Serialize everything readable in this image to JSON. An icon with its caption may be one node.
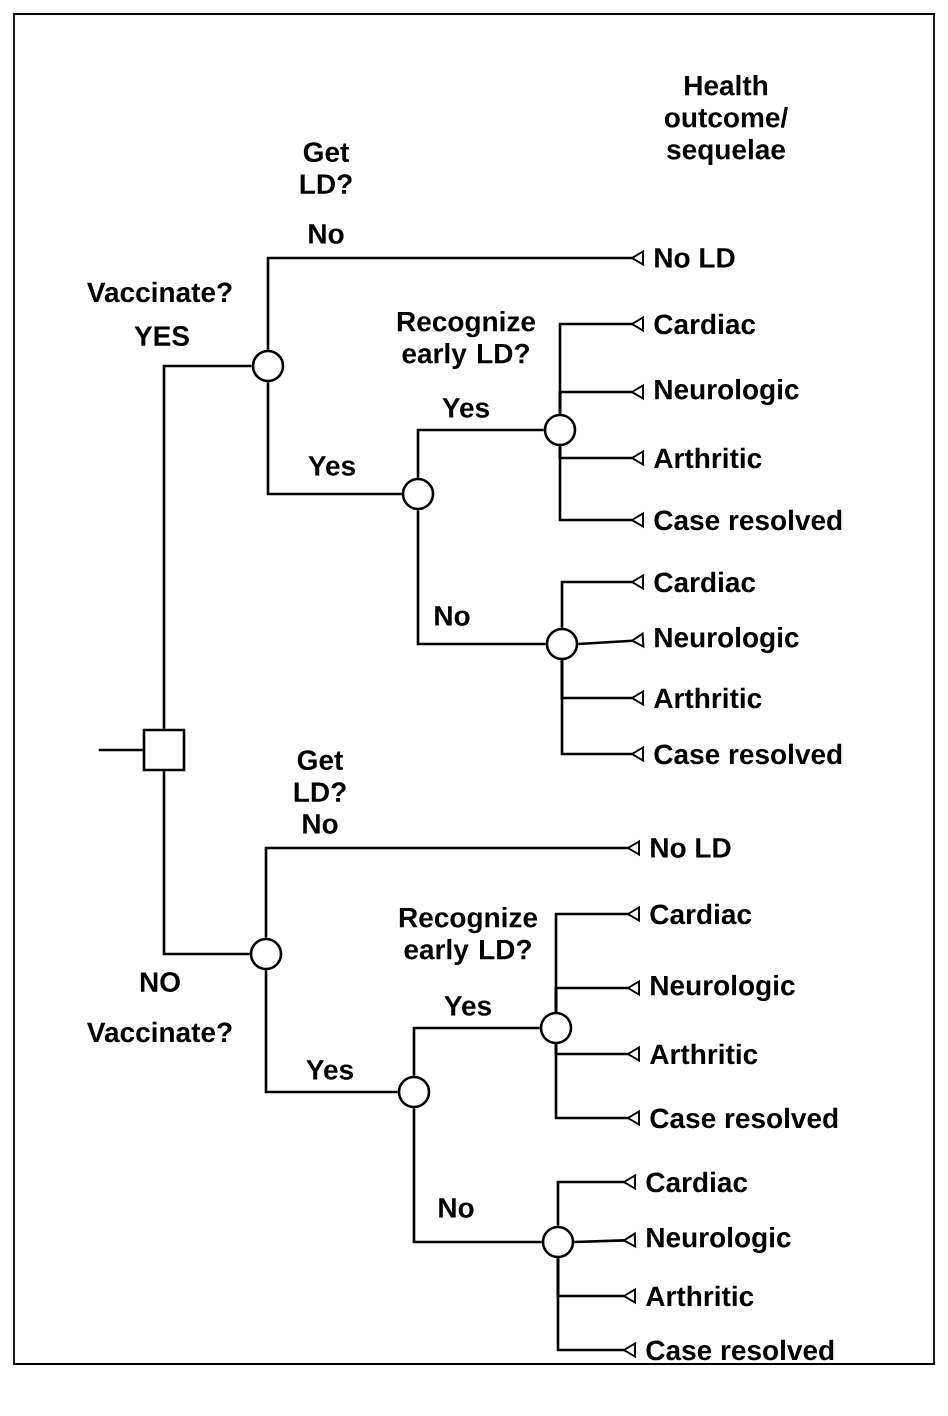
{
  "diagram": {
    "nodes": [
      {
        "text": [],
        "shape": "box"
      },
      {
        "text": [],
        "shape": "circle"
      },
      {
        "text": [
          "No LD"
        ]
      },
      {
        "text": [],
        "shape": "circle"
      },
      {
        "text": [],
        "shape": "circle"
      },
      {
        "text": [
          "Cardiac"
        ]
      },
      {
        "text": [
          "Neurologic"
        ]
      },
      {
        "text": [
          "Arthritic"
        ]
      },
      {
        "text": [
          "Case resolved"
        ]
      },
      {
        "text": [],
        "shape": "circle"
      },
      {
        "text": [
          "Cardiac"
        ]
      },
      {
        "text": [
          "Neurologic"
        ]
      },
      {
        "text": [
          "Arthritic"
        ]
      },
      {
        "text": [
          "Case resolved"
        ]
      },
      {
        "text": [],
        "shape": "circle"
      },
      {
        "text": [
          "No LD"
        ]
      },
      {
        "text": [],
        "shape": "circle"
      },
      {
        "text": [],
        "shape": "circle"
      },
      {
        "text": [
          "Cardiac"
        ]
      },
      {
        "text": [
          "Neurologic"
        ]
      },
      {
        "text": [
          "Arthritic"
        ]
      },
      {
        "text": [
          "Case resolved"
        ]
      },
      {
        "text": [],
        "shape": "circle"
      },
      {
        "text": [
          "Cardiac"
        ]
      },
      {
        "text": [
          "Neurologic"
        ]
      },
      {
        "text": [
          "Arthritic"
        ]
      },
      {
        "text": [
          "Case resolved"
        ]
      }
    ],
    "edges": [
      {
        "from": null,
        "to": 0,
        "arrow": "none"
      },
      {
        "from": 0,
        "to": 1,
        "arrow": "none",
        "label": "YES"
      },
      {
        "from": 1,
        "to": 2,
        "arrow": "other",
        "label": "No"
      },
      {
        "from": 1,
        "to": 3,
        "arrow": "none",
        "label": "Yes"
      },
      {
        "from": 3,
        "to": 4,
        "arrow": "none",
        "label": "Yes"
      },
      {
        "from": 4,
        "to": 5,
        "arrow": "other"
      },
      {
        "from": 4,
        "to": 6,
        "arrow": "other"
      },
      {
        "from": 4,
        "to": 7,
        "arrow": "other"
      },
      {
        "from": 4,
        "to": 8,
        "arrow": "other"
      },
      {
        "from": 3,
        "to": 9,
        "arrow": "none",
        "label": "No"
      },
      {
        "from": 9,
        "to": 10,
        "arrow": "other"
      },
      {
        "from": 9,
        "to": 11,
        "arrow": "other"
      },
      {
        "from": 9,
        "to": 12,
        "arrow": "other"
      },
      {
        "from": 9,
        "to": 13,
        "arrow": "other"
      },
      {
        "from": 0,
        "to": 14,
        "arrow": "none",
        "label": "NO"
      },
      {
        "from": 14,
        "to": 15,
        "arrow": "other",
        "label": "No"
      },
      {
        "from": 14,
        "to": 16,
        "arrow": "none",
        "label": "Yes"
      },
      {
        "from": 16,
        "to": 17,
        "arrow": "none",
        "label": "Yes"
      },
      {
        "from": 17,
        "to": 18,
        "arrow": "other"
      },
      {
        "from": 17,
        "to": 19,
        "arrow": "other"
      },
      {
        "from": 17,
        "to": 20,
        "arrow": "other"
      },
      {
        "from": 17,
        "to": 21,
        "arrow": "other"
      },
      {
        "from": 16,
        "to": 22,
        "arrow": "none",
        "label": "No"
      },
      {
        "from": 22,
        "to": 23,
        "arrow": "other"
      },
      {
        "from": 22,
        "to": 24,
        "arrow": "other"
      },
      {
        "from": 22,
        "to": 25,
        "arrow": "other"
      },
      {
        "from": 22,
        "to": 26,
        "arrow": "other"
      }
    ],
    "labels": [
      "Health outcome/ sequelae",
      "Get LD?",
      "Vaccinate?",
      "Recognize early LD?",
      "Get LD?",
      "Recognize early LD?",
      "Vaccinate?"
    ]
  }
}
